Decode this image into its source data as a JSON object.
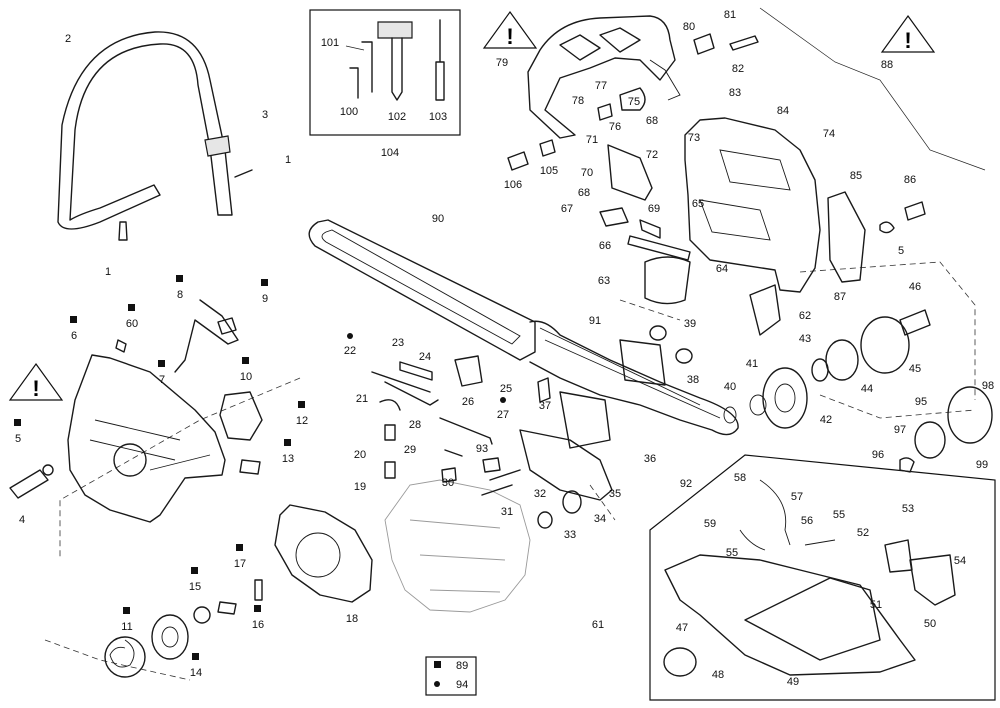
{
  "sheet": {
    "warning_symbol": "!",
    "parts": [
      {
        "n": "1",
        "marker": ""
      },
      {
        "n": "1",
        "marker": ""
      },
      {
        "n": "2",
        "marker": ""
      },
      {
        "n": "3",
        "marker": ""
      },
      {
        "n": "4",
        "marker": ""
      },
      {
        "n": "5",
        "marker": "square"
      },
      {
        "n": "5",
        "marker": ""
      },
      {
        "n": "6",
        "marker": "square"
      },
      {
        "n": "7",
        "marker": "square"
      },
      {
        "n": "8",
        "marker": "square"
      },
      {
        "n": "9",
        "marker": "square"
      },
      {
        "n": "10",
        "marker": "square"
      },
      {
        "n": "11",
        "marker": "square"
      },
      {
        "n": "12",
        "marker": "square"
      },
      {
        "n": "13",
        "marker": "square"
      },
      {
        "n": "14",
        "marker": "square"
      },
      {
        "n": "15",
        "marker": "square"
      },
      {
        "n": "16",
        "marker": "square"
      },
      {
        "n": "17",
        "marker": "square"
      },
      {
        "n": "18",
        "marker": ""
      },
      {
        "n": "19",
        "marker": ""
      },
      {
        "n": "20",
        "marker": ""
      },
      {
        "n": "21",
        "marker": ""
      },
      {
        "n": "22",
        "marker": "dot"
      },
      {
        "n": "23",
        "marker": ""
      },
      {
        "n": "24",
        "marker": ""
      },
      {
        "n": "25",
        "marker": ""
      },
      {
        "n": "26",
        "marker": ""
      },
      {
        "n": "27",
        "marker": "dot"
      },
      {
        "n": "28",
        "marker": ""
      },
      {
        "n": "29",
        "marker": ""
      },
      {
        "n": "30",
        "marker": ""
      },
      {
        "n": "31",
        "marker": ""
      },
      {
        "n": "32",
        "marker": ""
      },
      {
        "n": "33",
        "marker": ""
      },
      {
        "n": "34",
        "marker": ""
      },
      {
        "n": "35",
        "marker": ""
      },
      {
        "n": "36",
        "marker": ""
      },
      {
        "n": "37",
        "marker": ""
      },
      {
        "n": "38",
        "marker": ""
      },
      {
        "n": "39",
        "marker": ""
      },
      {
        "n": "40",
        "marker": ""
      },
      {
        "n": "41",
        "marker": ""
      },
      {
        "n": "42",
        "marker": ""
      },
      {
        "n": "43",
        "marker": ""
      },
      {
        "n": "44",
        "marker": ""
      },
      {
        "n": "45",
        "marker": ""
      },
      {
        "n": "46",
        "marker": ""
      },
      {
        "n": "47",
        "marker": ""
      },
      {
        "n": "48",
        "marker": ""
      },
      {
        "n": "49",
        "marker": ""
      },
      {
        "n": "50",
        "marker": ""
      },
      {
        "n": "51",
        "marker": ""
      },
      {
        "n": "52",
        "marker": ""
      },
      {
        "n": "53",
        "marker": ""
      },
      {
        "n": "54",
        "marker": ""
      },
      {
        "n": "55",
        "marker": ""
      },
      {
        "n": "55",
        "marker": ""
      },
      {
        "n": "56",
        "marker": ""
      },
      {
        "n": "57",
        "marker": ""
      },
      {
        "n": "58",
        "marker": ""
      },
      {
        "n": "59",
        "marker": ""
      },
      {
        "n": "60",
        "marker": "square"
      },
      {
        "n": "61",
        "marker": ""
      },
      {
        "n": "62",
        "marker": ""
      },
      {
        "n": "63",
        "marker": ""
      },
      {
        "n": "64",
        "marker": ""
      },
      {
        "n": "65",
        "marker": ""
      },
      {
        "n": "66",
        "marker": ""
      },
      {
        "n": "67",
        "marker": ""
      },
      {
        "n": "68",
        "marker": ""
      },
      {
        "n": "68",
        "marker": ""
      },
      {
        "n": "69",
        "marker": ""
      },
      {
        "n": "70",
        "marker": ""
      },
      {
        "n": "71",
        "marker": ""
      },
      {
        "n": "72",
        "marker": ""
      },
      {
        "n": "73",
        "marker": ""
      },
      {
        "n": "74",
        "marker": ""
      },
      {
        "n": "75",
        "marker": ""
      },
      {
        "n": "76",
        "marker": ""
      },
      {
        "n": "77",
        "marker": ""
      },
      {
        "n": "78",
        "marker": ""
      },
      {
        "n": "79",
        "marker": ""
      },
      {
        "n": "80",
        "marker": ""
      },
      {
        "n": "81",
        "marker": ""
      },
      {
        "n": "82",
        "marker": ""
      },
      {
        "n": "83",
        "marker": ""
      },
      {
        "n": "84",
        "marker": ""
      },
      {
        "n": "85",
        "marker": ""
      },
      {
        "n": "86",
        "marker": ""
      },
      {
        "n": "87",
        "marker": ""
      },
      {
        "n": "88",
        "marker": ""
      },
      {
        "n": "90",
        "marker": ""
      },
      {
        "n": "91",
        "marker": ""
      },
      {
        "n": "92",
        "marker": ""
      },
      {
        "n": "93",
        "marker": ""
      },
      {
        "n": "95",
        "marker": ""
      },
      {
        "n": "96",
        "marker": ""
      },
      {
        "n": "97",
        "marker": ""
      },
      {
        "n": "98",
        "marker": ""
      },
      {
        "n": "99",
        "marker": ""
      },
      {
        "n": "100",
        "marker": ""
      },
      {
        "n": "101",
        "marker": ""
      },
      {
        "n": "102",
        "marker": ""
      },
      {
        "n": "103",
        "marker": ""
      },
      {
        "n": "104",
        "marker": ""
      },
      {
        "n": "105",
        "marker": ""
      },
      {
        "n": "106",
        "marker": ""
      }
    ],
    "legend": [
      {
        "marker": "square",
        "ref": "89"
      },
      {
        "marker": "dot",
        "ref": "94"
      }
    ]
  }
}
